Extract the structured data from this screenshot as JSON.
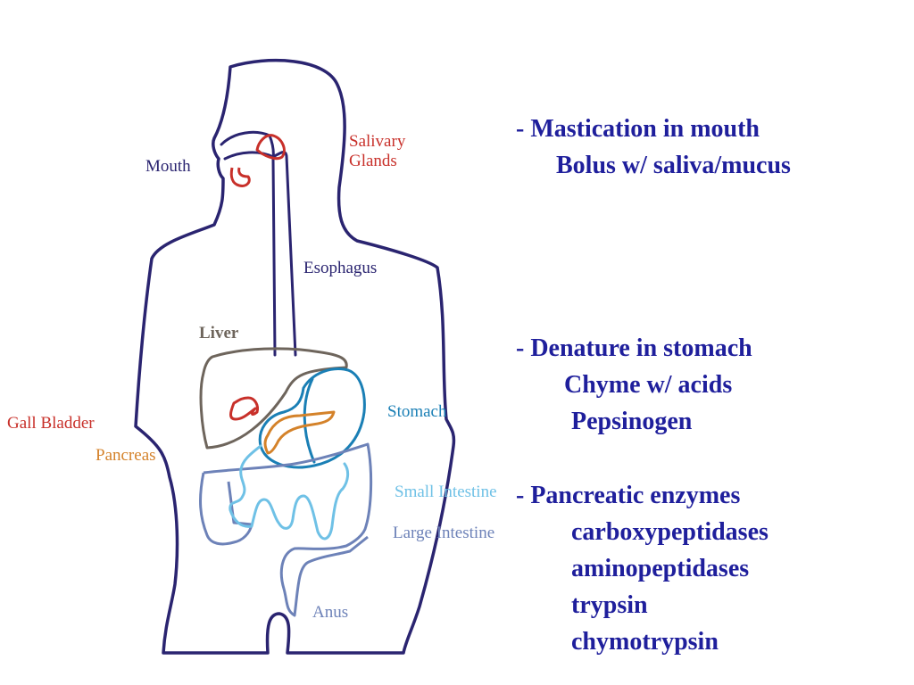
{
  "colors": {
    "outline": "#2a2470",
    "label_dark": "#2a2470",
    "salivary": "#c8302a",
    "liver": "#6e655c",
    "gall_bladder": "#c8302a",
    "pancreas": "#d4822a",
    "stomach": "#1a7fb5",
    "small_intestine": "#6fc1e6",
    "large_intestine": "#6d82b8",
    "anus": "#6d82b8",
    "notes_text": "#1f1f9c"
  },
  "labels": {
    "mouth": "Mouth",
    "salivary_glands_line1": "Salivary",
    "salivary_glands_line2": "Glands",
    "esophagus": "Esophagus",
    "liver": "Liver",
    "gall_bladder": "Gall Bladder",
    "pancreas": "Pancreas",
    "stomach": "Stomach",
    "small_intestine": "Small Intestine",
    "large_intestine": "Large Intestine",
    "anus": "Anus"
  },
  "notes": {
    "mastication": {
      "heading": "- Mastication in mouth",
      "detail": "Bolus w/ saliva/mucus"
    },
    "stomach": {
      "heading": "- Denature in stomach",
      "detail1": "Chyme w/ acids",
      "detail2": "Pepsinogen"
    },
    "pancreatic": {
      "heading": "- Pancreatic enzymes",
      "enzymes": [
        "carboxypeptidases",
        "aminopeptidases",
        "trypsin",
        "chymotrypsin"
      ]
    }
  }
}
